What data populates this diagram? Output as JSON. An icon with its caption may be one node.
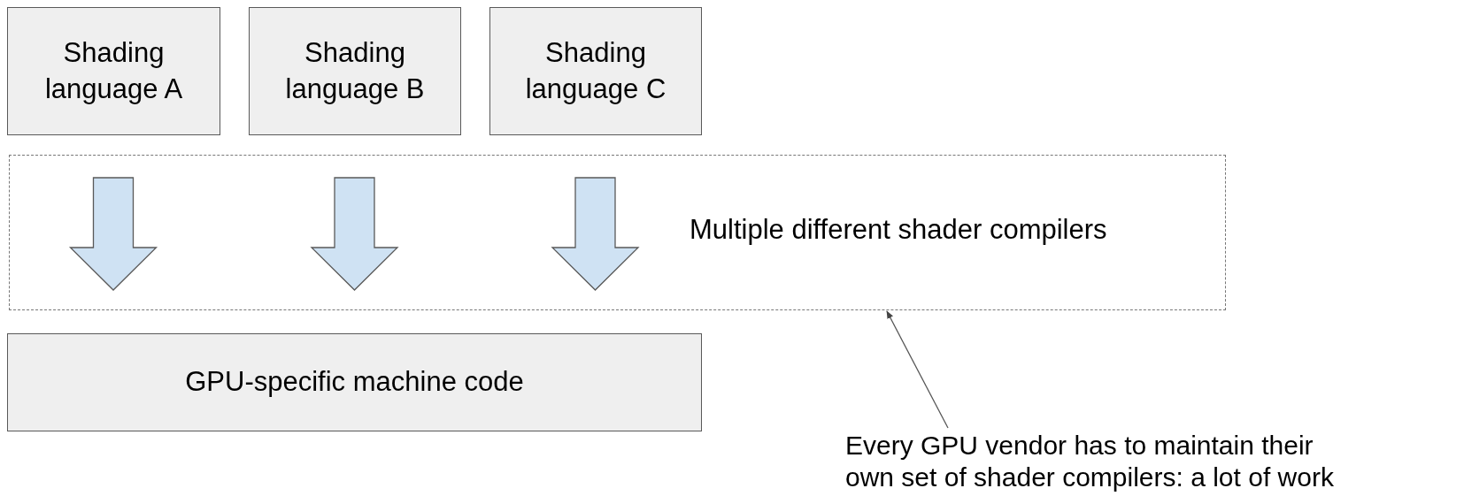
{
  "diagram": {
    "nodes": [
      {
        "text": [
          "Shading language A"
        ]
      },
      {
        "text": [
          "Shading language B"
        ]
      },
      {
        "text": [
          "Shading language C"
        ]
      },
      {
        "text": [
          "Multiple different shader compilers"
        ]
      },
      {
        "text": [
          "GPU-specific machine code"
        ]
      },
      {
        "text": [
          "Every GPU vendor has to maintain their own set of shader compilers: a lot of work"
        ]
      }
    ],
    "edges": [
      {
        "from": 0,
        "to": 4,
        "arrow": "to",
        "style": "thick"
      },
      {
        "from": 1,
        "to": 4,
        "arrow": "to",
        "style": "thick"
      },
      {
        "from": 2,
        "to": 4,
        "arrow": "to",
        "style": "thick"
      },
      {
        "from": 5,
        "to": 3,
        "arrow": "to"
      }
    ]
  }
}
